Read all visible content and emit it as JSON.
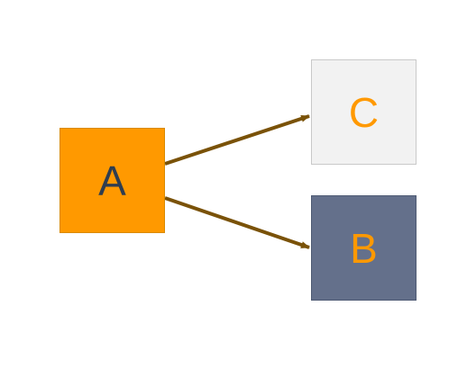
{
  "nodes": {
    "a": {
      "label": "A",
      "fill": "#ff9900",
      "text_color": "#2f3d4f"
    },
    "c": {
      "label": "C",
      "fill": "#f2f2f2",
      "text_color": "#ff9900"
    },
    "b": {
      "label": "B",
      "fill": "#64708b",
      "text_color": "#ff9900"
    }
  },
  "edges": [
    {
      "from": "A",
      "to": "C"
    },
    {
      "from": "A",
      "to": "B"
    }
  ],
  "colors": {
    "arrow": "#7a5208",
    "background": "#ffffff"
  }
}
